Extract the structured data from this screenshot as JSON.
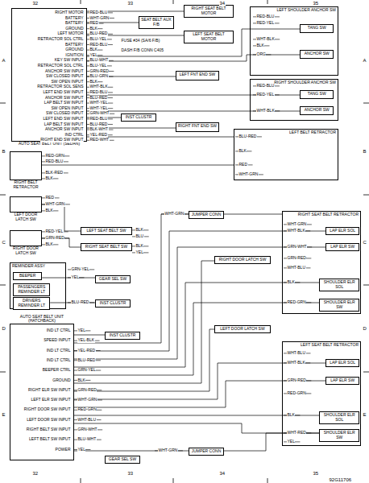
{
  "diagram": {
    "nodes": [
      {
        "text": [
          "AUTO SEAT BELT UNIT (SEDAN)"
        ]
      },
      {
        "text": [
          "RIGHT SEAT BELT MOTOR"
        ]
      },
      {
        "text": [
          "SEAT BELT AUX F/B"
        ]
      },
      {
        "text": [
          "LEFT SEAT BELT MOTOR"
        ]
      },
      {
        "text": [
          "LEFT FNT END SW"
        ]
      },
      {
        "text": [
          "RIGHT FNT END SW"
        ]
      },
      {
        "text": [
          "INST CLUSTR"
        ]
      },
      {
        "text": [
          "LEFT SHOULDER ANCHOR SW"
        ]
      },
      {
        "text": [
          "TANG SW"
        ],
        "in": 7
      },
      {
        "text": [
          "ANCHOR SW"
        ],
        "in": 7
      },
      {
        "text": [
          "RIGHT SHOULDER ANCHOR SW"
        ]
      },
      {
        "text": [
          "TANG SW"
        ],
        "in": 10
      },
      {
        "text": [
          "ANCHOR SW"
        ],
        "in": 10
      },
      {
        "text": [
          "LEFT BELT RETRACTOR"
        ]
      },
      {
        "text": [
          "RIGHT BELT RETRACTOR"
        ]
      },
      {
        "text": [
          "LEFT DOOR LATCH SW"
        ]
      },
      {
        "text": [
          "RIGHT DOOR LATCH SW"
        ]
      },
      {
        "text": [
          "LEFT SEAT BELT SW"
        ]
      },
      {
        "text": [
          "RIGHT SEAT BELT SW"
        ]
      },
      {
        "text": [
          "REMINDER ASSY"
        ]
      },
      {
        "text": [
          "BEEPER"
        ],
        "in": 19
      },
      {
        "text": [
          "PASSENGERS REMINDER LT"
        ],
        "in": 19
      },
      {
        "text": [
          "DRIVERS REMINDER LT"
        ],
        "in": 19
      },
      {
        "text": [
          "GEAR SEL SW"
        ]
      },
      {
        "text": [
          "INST CLUSTR"
        ]
      },
      {
        "text": [
          "AUTO SEAT BELT UNIT (HATCHBACK)"
        ]
      },
      {
        "text": [
          "INST CLUSTR"
        ]
      },
      {
        "text": [
          "GEAR SEL SW"
        ]
      },
      {
        "text": [
          "JUMPER CONN"
        ]
      },
      {
        "text": [
          "RIGHT SEAT BELT RETRACTOR"
        ]
      },
      {
        "text": [
          "LAP ELR SOL"
        ],
        "in": 29
      },
      {
        "text": [
          "LAP ELR SW"
        ],
        "in": 29
      },
      {
        "text": [
          "SHOULDER ELR SOL"
        ],
        "in": 29
      },
      {
        "text": [
          "SHOULDER ELR SW"
        ],
        "in": 29
      },
      {
        "text": [
          "RIGHT DOOR LATCH SW"
        ]
      },
      {
        "text": [
          "LEFT DOOR LATCH SW"
        ]
      },
      {
        "text": [
          "LEFT SEAT BELT RETRACTOR"
        ]
      },
      {
        "text": [
          "LAP ELR SOL"
        ],
        "in": 36
      },
      {
        "text": [
          "LAP ELR SW"
        ],
        "in": 36
      },
      {
        "text": [
          "SHOULDER ELR SOL"
        ],
        "in": 36
      },
      {
        "text": [
          "SHOULDER ELR SW"
        ],
        "in": 36
      },
      {
        "text": [
          "JUMPER CONN"
        ]
      }
    ],
    "edges": [
      {
        "from": 0,
        "to": 1,
        "arrow": "none"
      },
      {
        "from": 0,
        "to": 2,
        "arrow": "none"
      },
      {
        "from": 0,
        "to": 3,
        "arrow": "none"
      },
      {
        "from": 0,
        "to": 8,
        "arrow": "none"
      },
      {
        "from": 0,
        "to": 9,
        "arrow": "none"
      },
      {
        "from": 0,
        "to": 4,
        "arrow": "none"
      },
      {
        "from": 0,
        "to": 11,
        "arrow": "none"
      },
      {
        "from": 0,
        "to": 12,
        "arrow": "none"
      },
      {
        "from": 0,
        "to": 6,
        "arrow": "none"
      },
      {
        "from": 0,
        "to": 5,
        "arrow": "none"
      },
      {
        "from": 0,
        "to": 13,
        "arrow": "none"
      },
      {
        "from": 14,
        "to": 13,
        "arrow": "none"
      },
      {
        "from": 15,
        "to": 17,
        "arrow": "none"
      },
      {
        "from": 16,
        "to": 18,
        "arrow": "none"
      },
      {
        "from": 20,
        "to": 23,
        "arrow": "none"
      },
      {
        "from": 22,
        "to": 24,
        "arrow": "none"
      },
      {
        "from": 25,
        "to": 26,
        "arrow": "none"
      },
      {
        "from": 25,
        "to": 28,
        "arrow": "none"
      },
      {
        "from": 28,
        "to": 29,
        "arrow": "none"
      },
      {
        "from": 25,
        "to": 30,
        "arrow": "none"
      },
      {
        "from": 25,
        "to": 31,
        "arrow": "none"
      },
      {
        "from": 25,
        "to": 32,
        "arrow": "none"
      },
      {
        "from": 25,
        "to": 33,
        "arrow": "none"
      },
      {
        "from": 25,
        "to": 34,
        "arrow": "none"
      },
      {
        "from": 25,
        "to": 35,
        "arrow": "none"
      },
      {
        "from": 25,
        "to": 37,
        "arrow": "none"
      },
      {
        "from": 25,
        "to": 38,
        "arrow": "none"
      },
      {
        "from": 25,
        "to": 39,
        "arrow": "none"
      },
      {
        "from": 25,
        "to": 40,
        "arrow": "none"
      },
      {
        "from": 25,
        "to": 41,
        "arrow": "none"
      },
      {
        "from": 41,
        "to": 40,
        "arrow": "none"
      }
    ],
    "labels": [
      "32",
      "33",
      "34",
      "35",
      "A",
      "B",
      "C",
      "D",
      "E",
      "A",
      "B",
      "C",
      "D",
      "E",
      "32",
      "33",
      "34",
      "35",
      "92G11706",
      "RIGHT MOTOR",
      "BATTERY",
      "BATTERY",
      "GROUND",
      "LEFT MOTOR",
      "RETRACTOR SOL CTRL",
      "BATTERY",
      "GROUND",
      "IGNITION",
      "KEY SW INPUT",
      "RETRACTOR SOL CTRL",
      "ANCHOR SW INPUT",
      "SW CLOSED INPUT",
      "SW OPEN INPUT",
      "RETRACTOR SOL SENS",
      "LEFT END SW INPUT",
      "ANCHOR SW INPUT",
      "LAP BELT SW INPUT",
      "SW OPEN INPUT",
      "SW CLOSED INPUT",
      "LEFT END SW INPUT",
      "LAP BELT SW INPUT",
      "ANCHOR SW INPUT",
      "IND CTRL",
      "RIGHT END SW INPUT",
      "RED-BLU",
      "WHT-GRN",
      "RED",
      "BLK",
      "BLU-RED",
      "BLU-YEL",
      "RED-BLU",
      "BLK",
      "YEL",
      "BLU-WHT",
      "BLU-YEL",
      "GRN-RED",
      "BLU-GRN",
      "BLK",
      "WHT-BLK",
      "RED-BLU",
      "BLU-RED",
      "WHT-YEL",
      "WHT-YEL",
      "GRN-WHT",
      "RED-BLU",
      "BLU-RED",
      "BLK-WHT",
      "YEL-RED",
      "RED-WHT",
      "FUSE #34 (SA/6 F/B)",
      "DASH F/B CONN C405",
      "RED-BLU",
      "RED-YEL",
      "WHT-BLK",
      "BLK",
      "ORG",
      "RED-BLU",
      "RED-YEL",
      "WHT-BLK",
      "BLU-RED",
      "BLK",
      "RED",
      "WHT-GRN",
      "RED-GRN",
      "RED-BLU",
      "BLK-RED",
      "BLK",
      "RED",
      "WHT-GRN",
      "BLK",
      "RED-YEL",
      "GRN-RED",
      "BLK",
      "BLK",
      "BLU",
      "BLK",
      "YEL",
      "GRN-YEL",
      "YEL",
      "BLU-RED",
      "IND LT CTRL",
      "SPEED INPUT",
      "IND LT CTRL",
      "IND LT CTRL",
      "BEEPER CTRL",
      "GROUND",
      "RIGHT ELR SW INPUT",
      "LEFT ELR SW INPUT",
      "RIGHT DOOR SW INPUT",
      "LEFT DOOR SW INPUT",
      "RIGHT BELT SW INPUT",
      "LEFT BELT SW INPUT",
      "POWER",
      "YEL",
      "YEL-BLK",
      "YEL-RED",
      "BLU-RED",
      "GRN-YEL",
      "BLK",
      "GRN-RED",
      "WHT-GRN",
      "RED-GRN",
      "WHT-BLU",
      "GRN-WHT",
      "BLU-WHT",
      "YEL",
      "WHT-GRN",
      "WHT-BLK",
      "GRN-WHT",
      "GRN-RED",
      "WHT-BLU",
      "BLK",
      "RED-GRN",
      "WHT-BLU",
      "WHT-BLK",
      "GRN-RED",
      "RED-GRN",
      "BLK",
      "WHT-RED",
      "YEL",
      "WHT-GRN",
      "WHT-GRN"
    ]
  }
}
